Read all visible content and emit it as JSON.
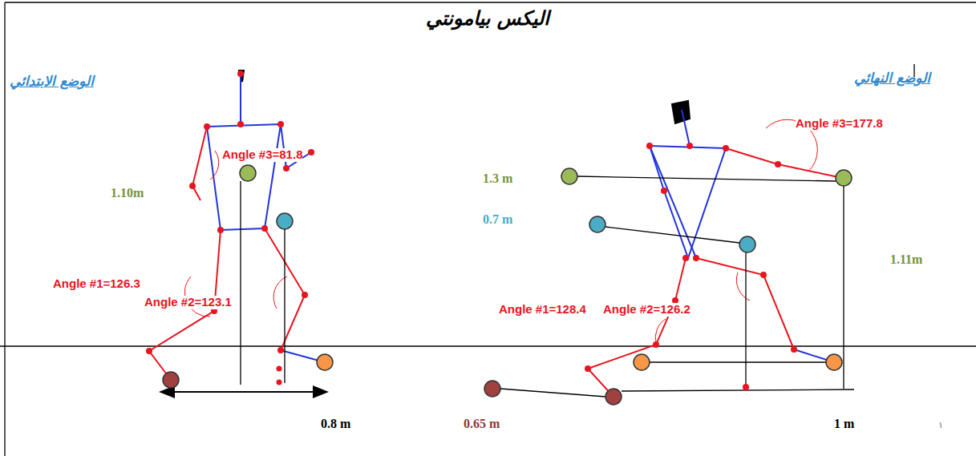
{
  "diagram": {
    "title": "اليكس بيامونتي",
    "labels": [
      "الوضع الابتدائي",
      "الوضع النهائي",
      "Angle #3=81.8",
      "1.10m",
      "Angle #1=126.3",
      "Angle #2=123.1",
      "Angle #3=177.8",
      "1.3 m",
      "0.7 m",
      "1.11m",
      "Angle #1=128.4",
      "Angle #2=126.2",
      "0.8 m",
      "0.65 m",
      "1 m",
      "١"
    ]
  }
}
